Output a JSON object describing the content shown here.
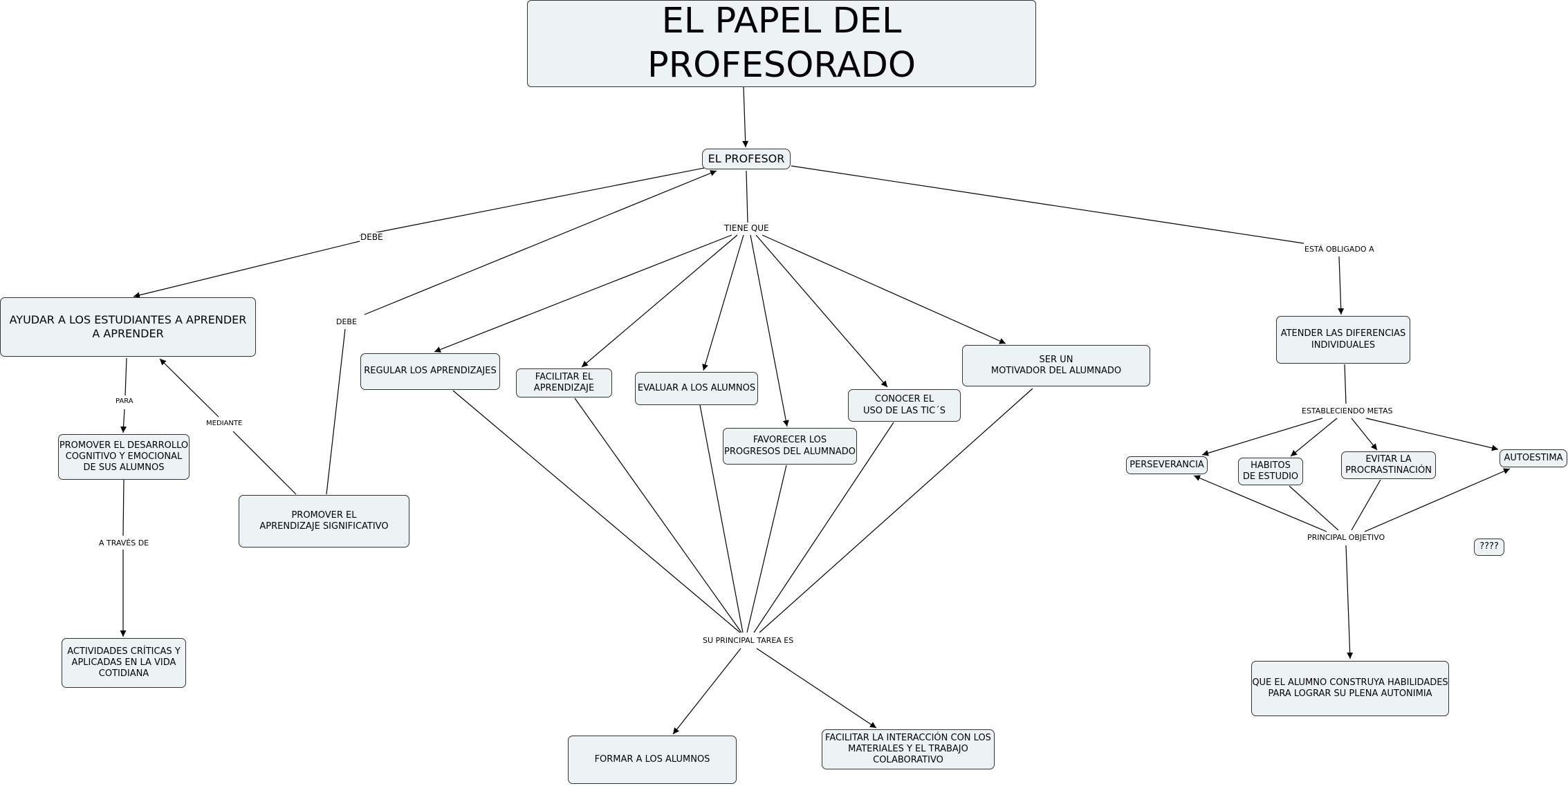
{
  "title": "EL PAPEL DEL PROFESORADO",
  "nodes": {
    "profesor": "EL PROFESOR",
    "ayudar": "AYUDAR A LOS ESTUDIANTES A APRENDER\nA APRENDER",
    "promover_desarrollo": "PROMOVER EL DESARROLLO\nCOGNITIVO Y EMOCIONAL\nDE SUS ALUMNOS",
    "actividades": "ACTIVIDADES CRÍTICAS Y\nAPLICADAS EN LA VIDA\nCOTIDIANA",
    "promover_aprendizaje": "PROMOVER EL\nAPRENDIZAJE SIGNIFICATIVO",
    "regular": "REGULAR LOS APRENDIZAJES",
    "facilitar_aprendizaje": "FACILITAR EL\nAPRENDIZAJE",
    "evaluar": "EVALUAR A LOS ALUMNOS",
    "favorecer": "FAVORECER LOS\nPROGRESOS DEL ALUMNADO",
    "conocer": "CONOCER EL\nUSO DE LAS TIC´S",
    "motivador": "SER UN\nMOTIVADOR DEL ALUMNADO",
    "formar": "FORMAR A LOS ALUMNOS",
    "facilitar_interaccion": "FACILITAR LA INTERACCIÓN CON LOS\nMATERIALES Y EL TRABAJO\nCOLABORATIVO",
    "atender": "ATENDER LAS DIFERENCIAS\nINDIVIDUALES",
    "perseverancia": "PERSEVERANCIA",
    "habitos": "HABITOS\nDE ESTUDIO",
    "evitar": "EVITAR LA\nPROCRASTINACIÓN",
    "autoestima": "AUTOESTIMA",
    "question": "????",
    "construya": "QUE EL ALUMNO CONSTRUYA HABILIDADES\nPARA LOGRAR SU PLENA AUTONIMIA"
  },
  "links": {
    "debe_left": "DEBE",
    "debe_mid": "DEBE",
    "tiene_que": "TIENE QUE",
    "esta_obligado": "ESTÁ OBLIGADO A",
    "para": "PARA",
    "mediante": "MEDIANTE",
    "a_traves": "A TRAVÉS DE",
    "su_principal_tarea": "SU PRINCIPAL TAREA ES",
    "estableciendo": "ESTABLECIENDO METAS",
    "principal_objetivo": "PRINCIPAL OBJETIVO"
  },
  "colors": {
    "node_fill": "#edf3f4",
    "node_border": "#333333",
    "line": "#000000"
  }
}
